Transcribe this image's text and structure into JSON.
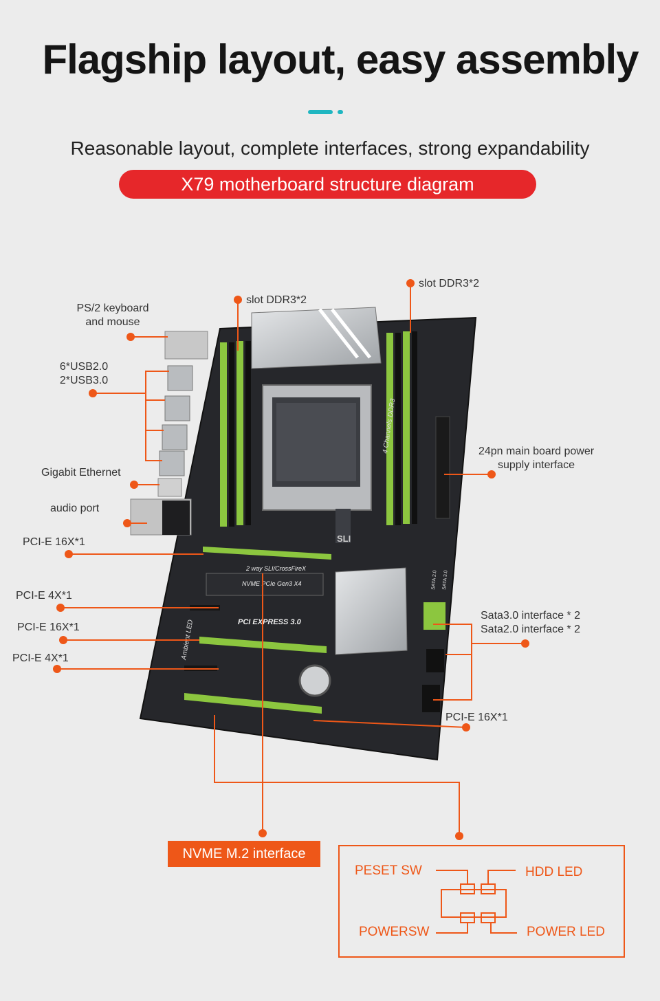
{
  "header": {
    "title": "Flagship layout, easy assembly",
    "subtitle": "Reasonable layout, complete interfaces, strong expandability",
    "banner": "X79 motherboard structure diagram"
  },
  "callouts": {
    "ps2": "PS/2 keyboard\nand mouse",
    "usb": "6*USB2.0\n2*USB3.0",
    "ethernet": "Gigabit Ethernet",
    "audio": "audio port",
    "pcie16_top": "PCI-E 16X*1",
    "pcie4_top": "PCI-E 4X*1",
    "pcie16_mid": "PCI-E 16X*1",
    "pcie4_bottom": "PCI-E 4X*1",
    "ddr_left": "slot DDR3*2",
    "ddr_right": "slot DDR3*2",
    "power24": "24pn main board power\nsupply interface",
    "sata": "Sata3.0 interface * 2\nSata2.0 interface * 2",
    "pcie16_bottom": "PCI-E 16X*1",
    "nvme": "NVME M.2 interface"
  },
  "board_print": {
    "ddr_channels": "4 Channels DDR3",
    "sli": "2 way SLI/CrossFireX",
    "nvme_slot": "NVME PCIe Gen3 X4",
    "pci_express": "PCI EXPRESS 3.0",
    "ambient": "Ambient LED",
    "sli_badge": "SLI",
    "sata_a": "SATA 2.0",
    "sata_b": "SATA 3.0"
  },
  "front_panel": {
    "reset": "PESET SW",
    "hdd": "HDD LED",
    "power_sw": "POWERSW",
    "power_led": "POWER LED"
  },
  "colors": {
    "accent": "#ee5718",
    "banner": "#e6272a",
    "teal": "#1fb6c1",
    "board": "#24252a",
    "slot_green": "#8cc63f"
  }
}
